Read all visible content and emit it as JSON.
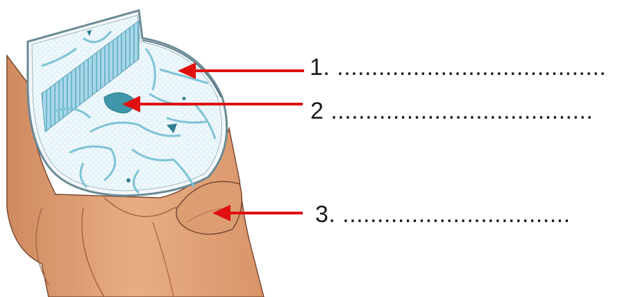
{
  "labels": [
    {
      "text": "1. ......................................."
    },
    {
      "text": "2 ......................................"
    },
    {
      "text": "3. ................................."
    }
  ],
  "colors": {
    "arrow": "#e01010",
    "cell_wall": "#7ec3d6",
    "cell_fill": "#dff0f7",
    "cell_inner": "#ffffff",
    "nucleus": "#2f7f8f",
    "muscle_light": "#e8ad85",
    "muscle_mid": "#d99469",
    "muscle_dark": "#b36a45",
    "outline": "#7a4a32"
  },
  "icons": [
    "arrow-right-to-left"
  ]
}
